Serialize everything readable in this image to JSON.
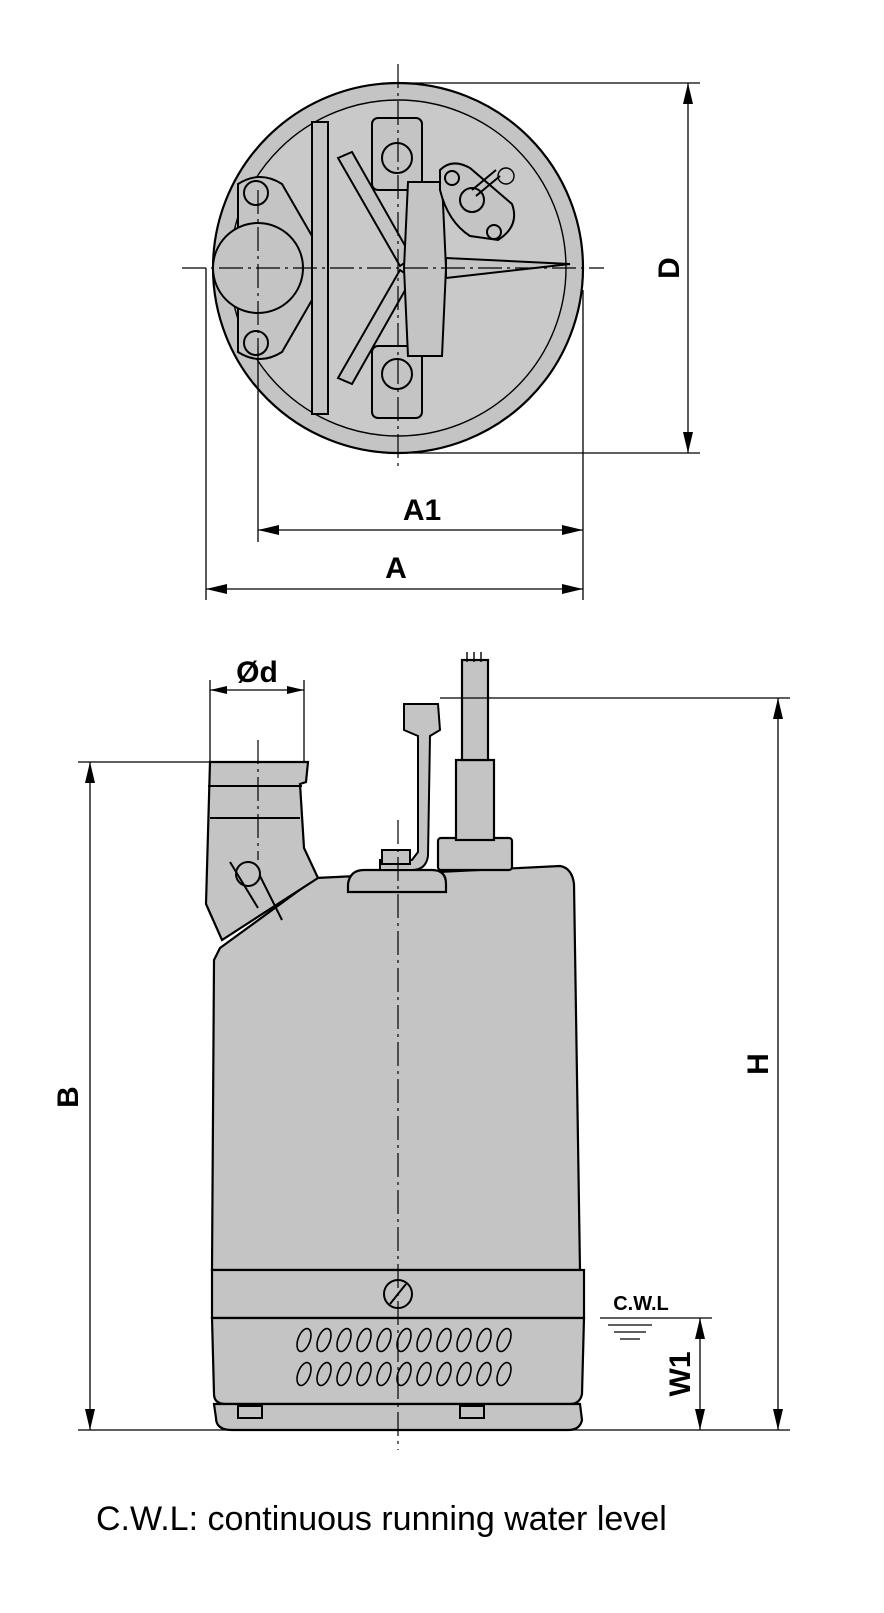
{
  "dimension_labels": {
    "A": "A",
    "A1": "A1",
    "D": "D",
    "d": "Ød",
    "B": "B",
    "H": "H",
    "W1": "W1",
    "cwl": "C.W.L"
  },
  "caption": "C.W.L: continuous running water level",
  "colors": {
    "pump_body": "#c4c4c4",
    "lines": "#000000",
    "background": "#ffffff"
  }
}
